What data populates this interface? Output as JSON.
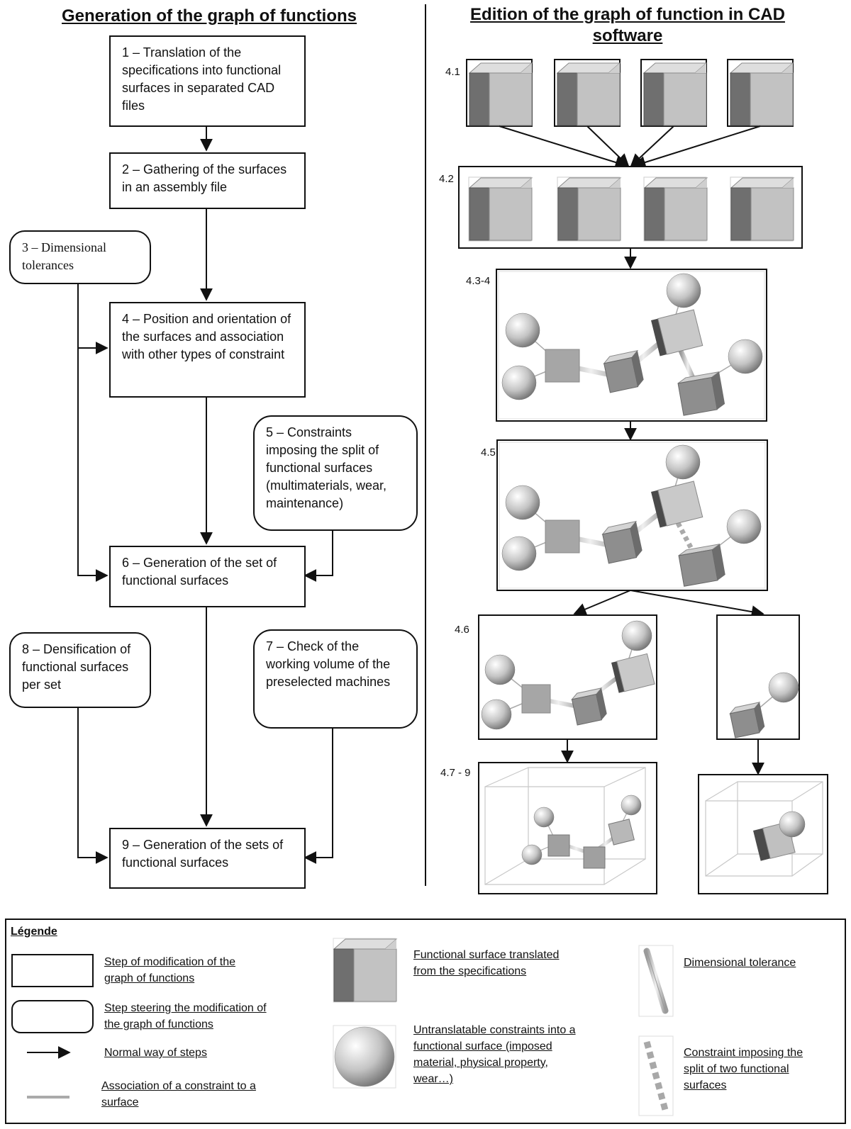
{
  "left": {
    "title": "Generation of the graph of functions",
    "steps": {
      "s1": "1 – Translation of the specifications into functional surfaces in separated CAD files",
      "s2": "2 – Gathering of the surfaces in an assembly file",
      "s3": "3 – Dimensional tolerances",
      "s4": "4 – Position and orientation of the surfaces and association with other types of constraint",
      "s5": "5 – Constraints imposing the split of functional surfaces (multimaterials, wear, maintenance)",
      "s6": "6 – Generation of the set of functional surfaces",
      "s7": "7 – Check of the working volume of the preselected machines",
      "s8": "8 – Densification of functional surfaces per set",
      "s9": "9 – Generation of the sets of functional surfaces"
    }
  },
  "right": {
    "title": "Edition of the graph of function in CAD software",
    "labels": {
      "l41": "4.1",
      "l42": "4.2",
      "l434": "4.3-4",
      "l45": "4.5",
      "l46": "4.6",
      "l479": "4.7 - 9"
    }
  },
  "legend": {
    "title": "Légende",
    "items": {
      "step_mod": "Step of modification of the graph of functions",
      "step_steer": "Step steering the modification of the graph of functions",
      "normal_way": "Normal way of steps",
      "association": "Association of a constraint to a surface",
      "functional_surface": "Functional surface translated from the specifications",
      "untranslatable": "Untranslatable constraints into a functional surface (imposed material, physical property, wear…)",
      "dim_tol": "Dimensional tolerance",
      "split": "Constraint imposing the split of two functional surfaces"
    }
  },
  "colors": {
    "line": "#111111",
    "cube_front": "#7a7a7a",
    "cube_side": "#bdbdbd",
    "cube_top": "#d8d8d8",
    "link": "#aaaaaa"
  }
}
